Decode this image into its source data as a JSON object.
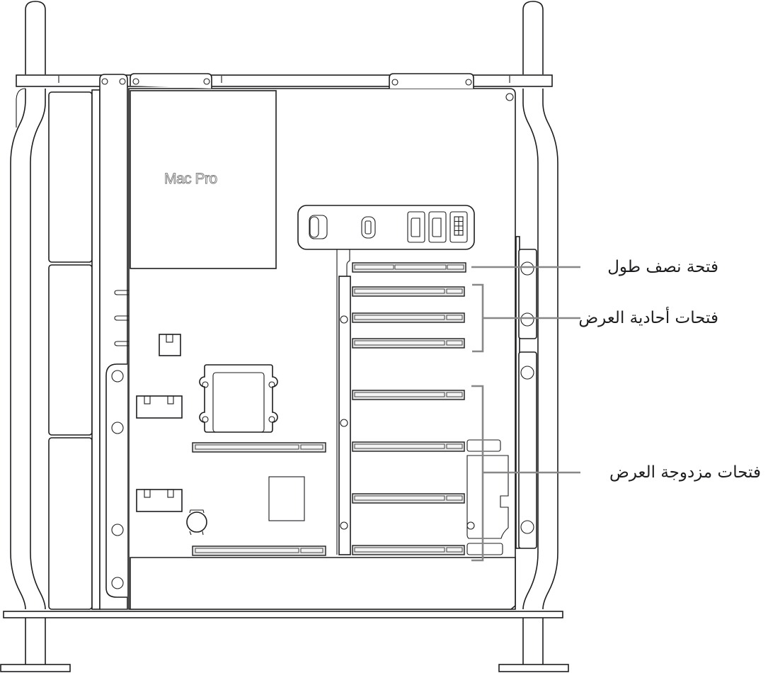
{
  "diagram": {
    "title": "Mac Pro interior – PCIe expansion slots",
    "logo_text": " Mac Pro",
    "callout_color": "#888888",
    "line_color": "#1d1d1f",
    "slot_fill": "#e6e6e6"
  },
  "labels": {
    "half_length_slot": "فتحة نصف طول",
    "single_wide_slots": "فتحات أحادية العرض",
    "double_wide_slots": "فتحات مزدوجة العرض"
  },
  "slots": [
    {
      "id": "half-length",
      "group": "half_length_slot"
    },
    {
      "id": "single-1",
      "group": "single_wide_slots"
    },
    {
      "id": "single-2",
      "group": "single_wide_slots"
    },
    {
      "id": "single-3",
      "group": "single_wide_slots"
    },
    {
      "id": "double-1",
      "group": "double_wide_slots"
    },
    {
      "id": "double-2",
      "group": "double_wide_slots"
    },
    {
      "id": "double-3",
      "group": "double_wide_slots"
    },
    {
      "id": "double-4",
      "group": "double_wide_slots"
    }
  ],
  "io_ports": [
    "power-button",
    "thunderbolt-port",
    "hdmi-port-1",
    "hdmi-port-2",
    "aux-power-connector"
  ]
}
